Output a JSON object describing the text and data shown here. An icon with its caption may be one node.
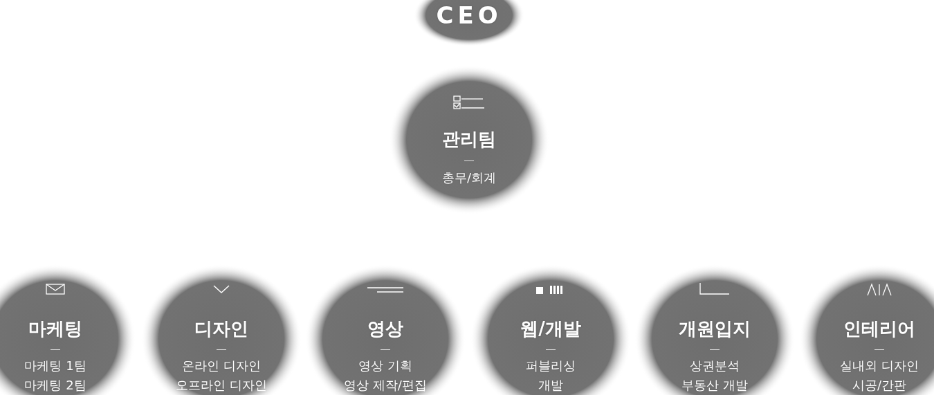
{
  "diagram": {
    "nodes": [
      {
        "text": [
          "CEO"
        ]
      },
      {
        "text": [
          "관리팀",
          "총무/회계"
        ]
      },
      {
        "text": [
          "마케팅",
          "마케팅 1팀",
          "마케팅 2팀"
        ]
      },
      {
        "text": [
          "디자인",
          "온라인 디자인",
          "오프라인 디자인"
        ]
      },
      {
        "text": [
          "영상",
          "영상 기획",
          "영상 제작/편집"
        ]
      },
      {
        "text": [
          "웹/개발",
          "퍼블리싱",
          "개발"
        ]
      },
      {
        "text": [
          "개원입지",
          "상권분석",
          "부동산 개발"
        ]
      },
      {
        "text": [
          "인테리어",
          "실내외 디자인",
          "시공/간판"
        ]
      }
    ]
  }
}
